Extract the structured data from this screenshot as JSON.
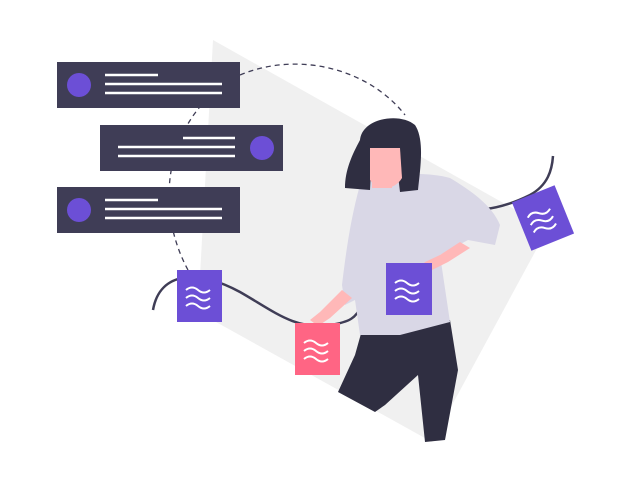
{
  "illustration": {
    "colors": {
      "background": "#ffffff",
      "backdrop": "#f0f0f0",
      "card": "#3f3d56",
      "accent_purple": "#6c4fd6",
      "accent_pink": "#ff6584",
      "hair_pants": "#2f2e41",
      "skin": "#ffb8b8",
      "shirt": "#d9d7e6",
      "line": "#3f3d56"
    },
    "cards": [
      {
        "name": "message-card-1",
        "avatar_side": "left"
      },
      {
        "name": "message-card-2",
        "avatar_side": "right"
      },
      {
        "name": "message-card-3",
        "avatar_side": "left"
      }
    ],
    "notes": [
      {
        "name": "note-purple-left",
        "color": "accent_purple"
      },
      {
        "name": "note-pink",
        "color": "accent_pink"
      },
      {
        "name": "note-purple-held",
        "color": "accent_purple"
      },
      {
        "name": "note-purple-right",
        "color": "accent_purple"
      }
    ],
    "icons": [
      "avatar-circle-icon",
      "wavy-lines-icon"
    ]
  }
}
